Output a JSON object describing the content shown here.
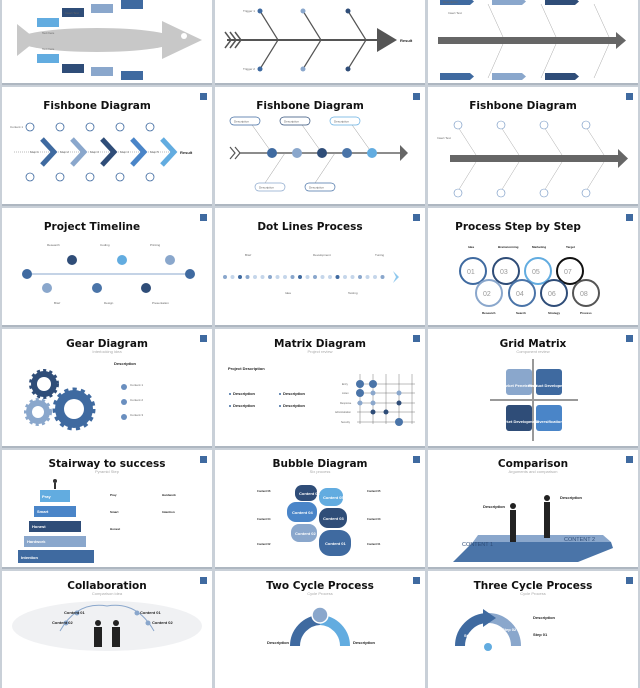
{
  "slides": {
    "fish_gray": {
      "boxes": [
        "Insert Text",
        "Insert Text",
        "Insert Text",
        "Insert Text"
      ],
      "text_item": "Text here"
    },
    "trigger": {
      "triggers": [
        "Trigger 1",
        "Trigger 2"
      ],
      "result": "Result"
    },
    "chevron_desc": {
      "description": "Description",
      "insert": "Insert Text"
    },
    "fishbone_steps": {
      "title": "Fishbone Diagram",
      "steps": [
        "Step 1",
        "Step 2",
        "Step 3",
        "Step 4",
        "Step 5"
      ],
      "content": "Content 1",
      "result": "Result"
    },
    "fishbone_desc": {
      "title": "Fishbone Diagram",
      "description": "Description"
    },
    "fishbone_content": {
      "title": "Fishbone Diagram",
      "insert": "Insert Text"
    },
    "timeline": {
      "title": "Project Timeline",
      "milestones": [
        "Research",
        "Coding",
        "Printing",
        "Brief",
        "Design",
        "Presentation"
      ]
    },
    "dotlines": {
      "title": "Dot Lines Process",
      "stages": [
        "Brief",
        "Development",
        "Tuning",
        "Idea",
        "Testing"
      ]
    },
    "stepbystep": {
      "title": "Process Step by Step",
      "numbers": [
        "01",
        "02",
        "03",
        "04",
        "05",
        "06",
        "07",
        "08"
      ],
      "top": [
        "Idea",
        "Brainstorming",
        "Marketing",
        "Target"
      ],
      "bottom": [
        "Research",
        "Search",
        "Strategy",
        "Process"
      ]
    },
    "gear": {
      "title": "Gear Diagram",
      "subtitle": "Interlocking idea",
      "description": "Description",
      "contents": [
        "Content 1",
        "Content 2",
        "Content 3"
      ]
    },
    "matrix": {
      "title": "Matrix Diagram",
      "subtitle": "Project review",
      "project_desc": "Project Description",
      "description": "Description",
      "rows": [
        "Entry",
        "Listen",
        "Response",
        "Administration",
        "Security"
      ]
    },
    "grid": {
      "title": "Grid Matrix",
      "subtitle": "Component review",
      "cells": [
        "Market Penetration",
        "Product Development",
        "Market Development",
        "Diversification"
      ]
    },
    "stairway": {
      "title": "Stairway to success",
      "subtitle": "Pyramid Step",
      "steps": [
        "Pray",
        "Smart",
        "Honest",
        "Hardwork",
        "Intention"
      ],
      "list": [
        "Pray",
        "Smart",
        "Honest",
        "Hardwork",
        "Intention"
      ]
    },
    "bubble": {
      "title": "Bubble Diagram",
      "subtitle": "Six process",
      "contents": [
        "Content 06",
        "Content 05",
        "Content 04",
        "Content 03",
        "Content 02",
        "Content 01"
      ]
    },
    "comparison": {
      "title": "Comparison",
      "subtitle": "Arguments and comparison",
      "description": "Description",
      "left": "CONTENT 1",
      "right": "CONTENT 2"
    },
    "collab": {
      "title": "Collaboration",
      "subtitle": "Comparison idea",
      "contents": [
        "Content 01",
        "Content 02"
      ]
    },
    "twocycle": {
      "title": "Two Cycle Process",
      "subtitle": "Cycle Process",
      "description": "Description"
    },
    "threecycle": {
      "title": "Three Cycle Process",
      "subtitle": "Cycle Process",
      "description": "Description",
      "steps": [
        "Step 01",
        "Step 02"
      ]
    }
  },
  "colors": {
    "dark": "#2f4d78",
    "mid": "#4a74a8",
    "light": "#8aa7cc",
    "sky": "#62ace0",
    "gray": "#c8c8c8"
  }
}
